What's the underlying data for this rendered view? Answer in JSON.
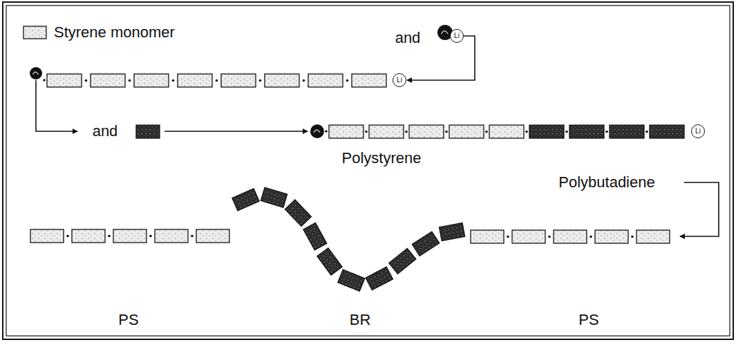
{
  "diagram": {
    "nodes": [
      {
        "text": [
          "Li"
        ]
      },
      {
        "text": [
          "Li"
        ]
      },
      {
        "text": [
          "Li"
        ]
      }
    ],
    "edges": [
      {
        "from": 0,
        "to": 1,
        "arrow": "to"
      }
    ],
    "labels": [
      "and",
      "and",
      "Polystyrene",
      "Polybutadiene",
      "PS",
      "BR",
      "PS"
    ],
    "legend": [
      {
        "text": "Styrene monomer"
      }
    ]
  }
}
